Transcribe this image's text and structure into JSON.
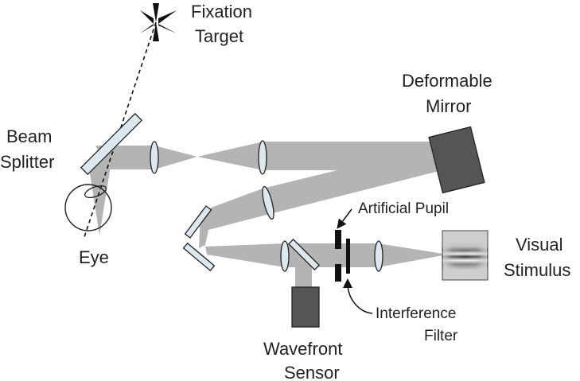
{
  "labels": {
    "fixation_target_line1": "Fixation",
    "fixation_target_line2": "Target",
    "deformable_mirror_line1": "Deformable",
    "deformable_mirror_line2": "Mirror",
    "beam_splitter_line1": "Beam",
    "beam_splitter_line2": "Splitter",
    "eye": "Eye",
    "artificial_pupil": "Artificial Pupil",
    "visual_stimulus_line1": "Visual",
    "visual_stimulus_line2": "Stimulus",
    "interference_filter_line1": "Interference",
    "interference_filter_line2": "Filter",
    "wavefront_sensor_line1": "Wavefront",
    "wavefront_sensor_line2": "Sensor"
  },
  "colors": {
    "beam": "#b4b4b4",
    "component_dark": "#555555",
    "lens_fill": "#dde8ee",
    "outline": "#222222"
  },
  "icons": {
    "fixation_target": "four-pointed-star-icon",
    "visual_stimulus": "gabor-patch-icon"
  }
}
